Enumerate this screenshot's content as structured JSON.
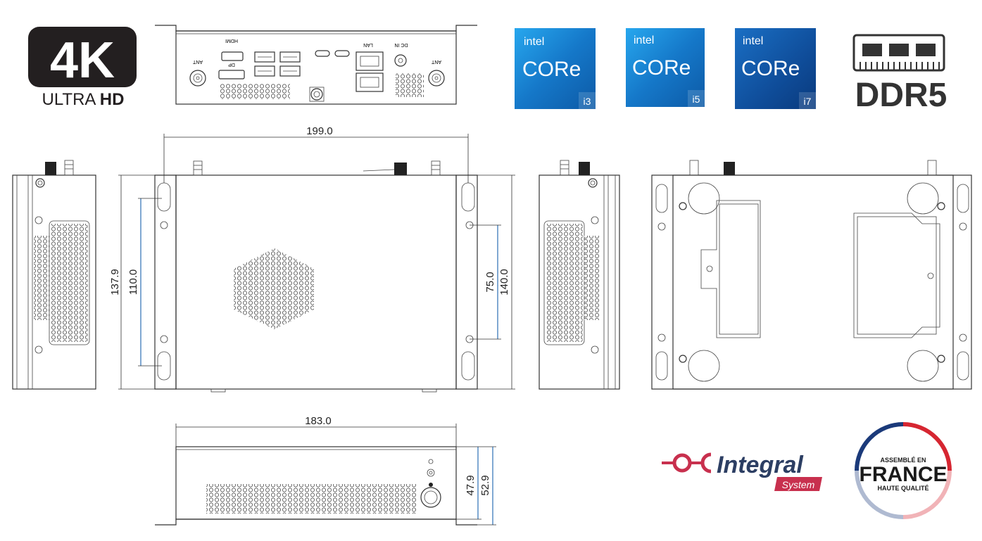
{
  "badge_4k": {
    "main": "4K",
    "ultra": "ULTRA ",
    "hd": "HD"
  },
  "rear_panel": {
    "ant_left": "ANT",
    "ant_right": "ANT",
    "hdmi": "HDMI",
    "dp": "DP",
    "lan": "LAN",
    "dc_in": "DC IN"
  },
  "intel_badges": [
    {
      "brand": "intel",
      "name": "CORe",
      "tier": "i3"
    },
    {
      "brand": "intel",
      "name": "CORe",
      "tier": "i5"
    },
    {
      "brand": "intel",
      "name": "CORe",
      "tier": "i7"
    }
  ],
  "ddr": {
    "label": "DDR5"
  },
  "dimensions": {
    "width_top": "199.0",
    "height_outer": "137.9",
    "height_inner": "110.0",
    "vesa": "75.0",
    "depth": "140.0",
    "width_bottom": "183.0",
    "body_height": "47.9",
    "total_height": "52.9"
  },
  "integral": {
    "name": "Integral",
    "sub": "System"
  },
  "france_seal": {
    "line1": "ASSEMBLÉ EN",
    "line2": "FRANCE",
    "line3": "HAUTE QUALITÉ"
  },
  "colors": {
    "intel_blue": "#1a8fd6",
    "integral_pink": "#c8304e",
    "integral_blue": "#2c3e63",
    "france_blue": "#1b3a7a",
    "france_red": "#d62631"
  }
}
